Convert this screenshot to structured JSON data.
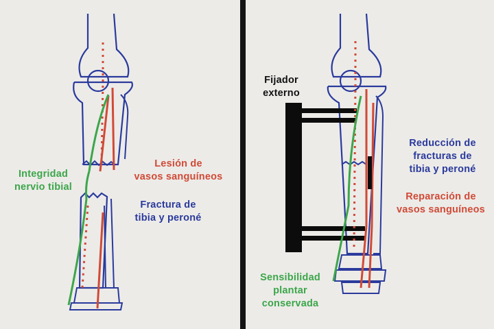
{
  "colors": {
    "bone": "#2a3a9c",
    "nerve": "#3ca64a",
    "vessel": "#d04a36",
    "fixator": "#0c0c0c",
    "paper": "#ecebe8",
    "separator": "#141414"
  },
  "left_panel": {
    "nerve_label": "Integridad\nnervio tibial",
    "vessel_label": "Lesión de\nvasos sanguíneos",
    "fracture_label": "Fractura de\ntibia y peroné"
  },
  "right_panel": {
    "fixator_label": "Fijador\nexterno",
    "reduction_label": "Reducción de\nfracturas de\ntibia y peroné",
    "repair_label": "Reparación de\nvasos sanguíneos",
    "sensation_label": "Sensibilidad\nplantar\nconservada"
  }
}
